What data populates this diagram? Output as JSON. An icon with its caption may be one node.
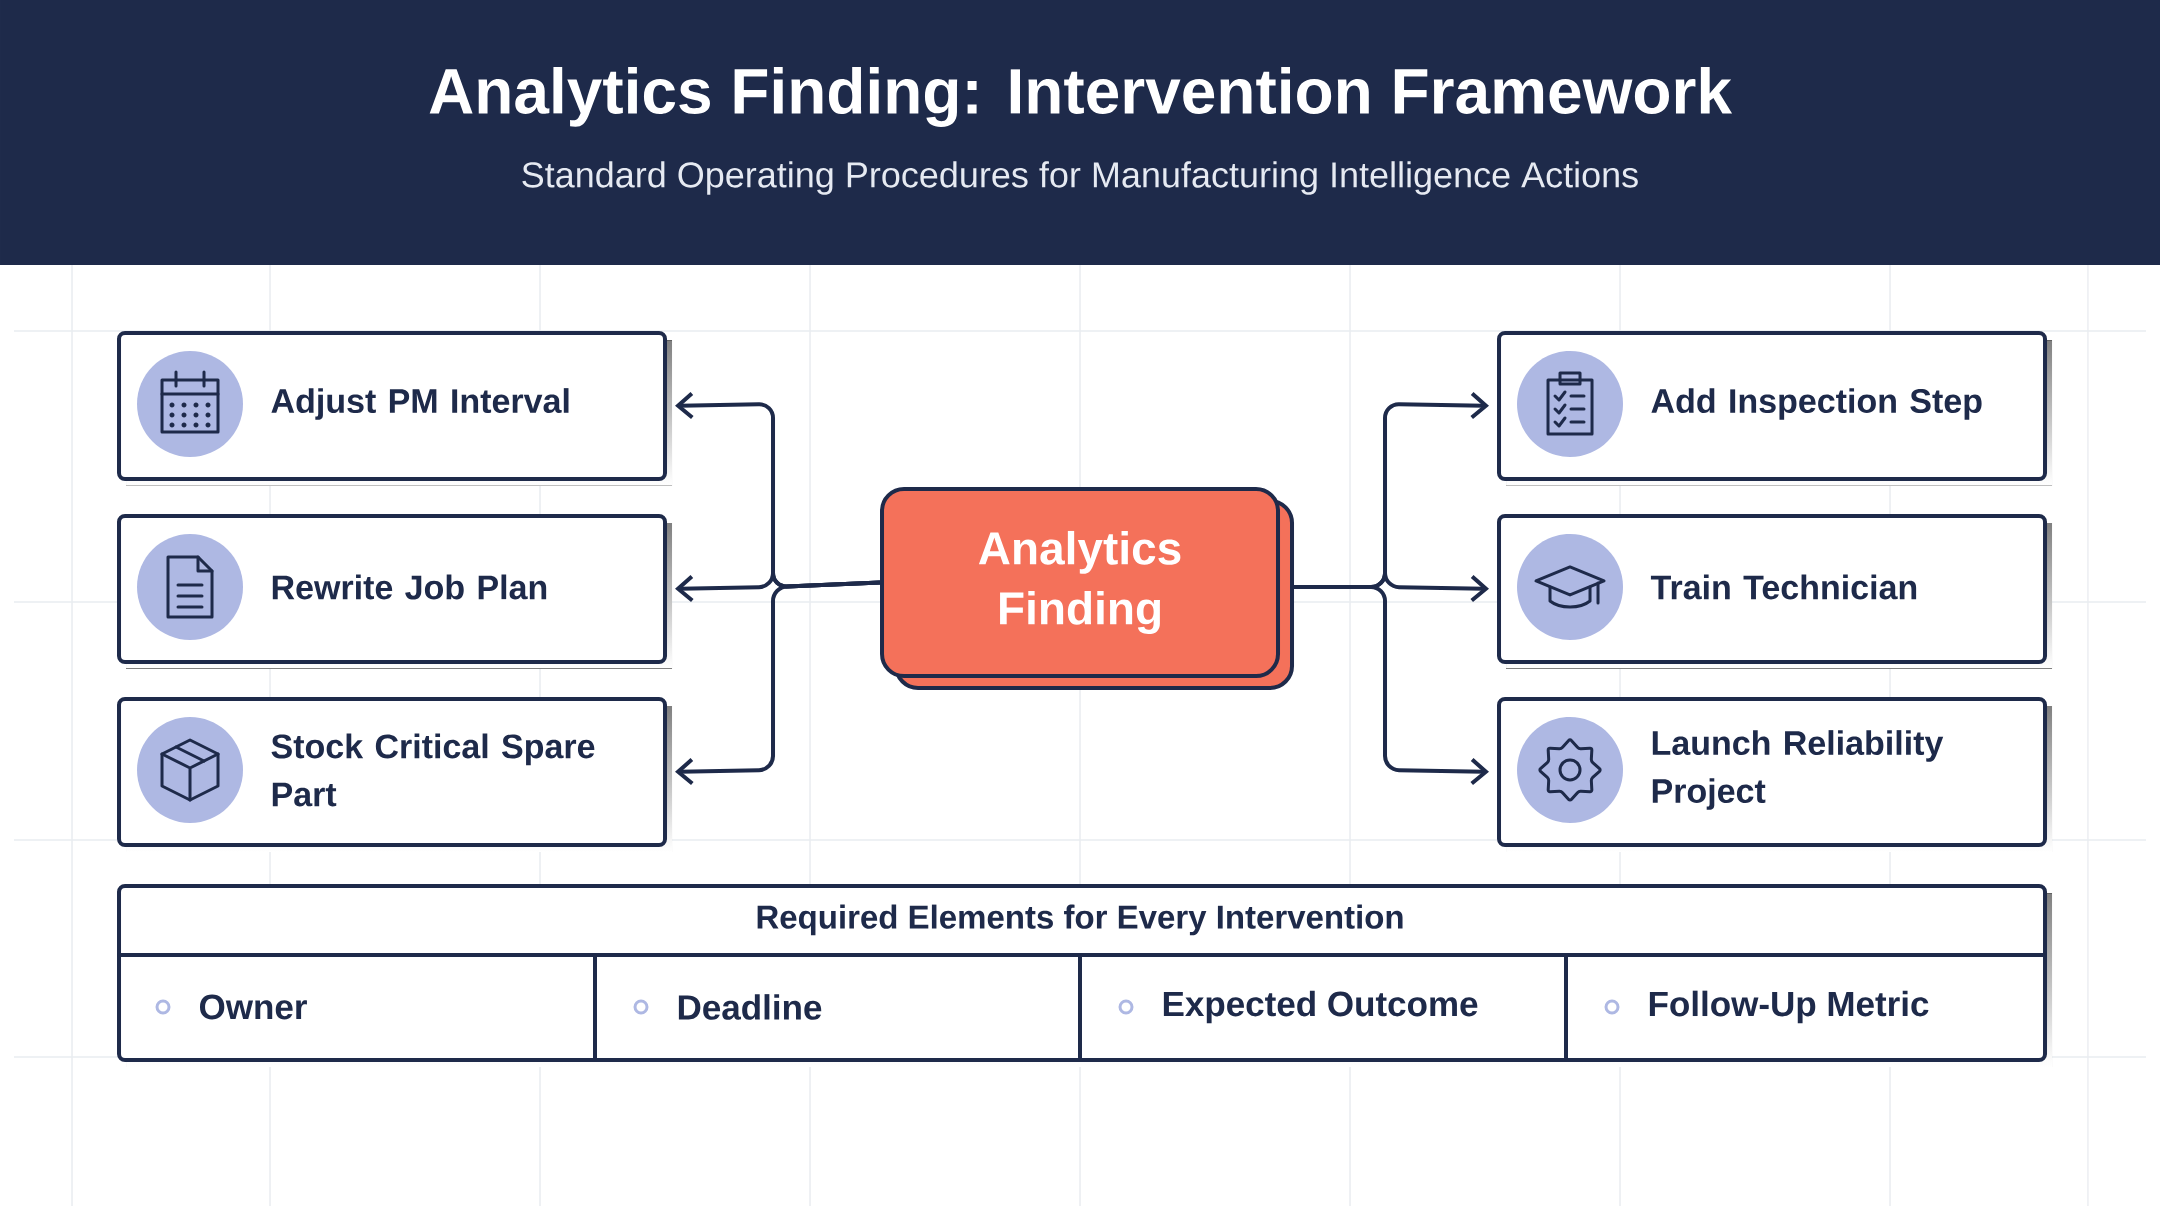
{
  "diagram": {
    "title": "Analytics Finding: Intervention Framework",
    "caption": "Standard Operating Procedures for Manufacturing Intelligence Actions",
    "nodes": [
      {
        "text": [
          "Analytics Finding"
        ]
      },
      {
        "text": [
          "Adjust PM Interval"
        ]
      },
      {
        "text": [
          "Rewrite Job Plan"
        ]
      },
      {
        "text": [
          "Stock Critical Spare Part"
        ]
      },
      {
        "text": [
          "Add Inspection Step"
        ]
      },
      {
        "text": [
          "Train Technician"
        ]
      },
      {
        "text": [
          "Launch Reliability Project"
        ]
      },
      {
        "text": [
          "Required Elements for Every Intervention"
        ]
      },
      {
        "text": [
          "Owner"
        ],
        "in": 7
      },
      {
        "text": [
          "Deadline"
        ],
        "in": 7
      },
      {
        "text": [
          "Expected Outcome"
        ],
        "in": 7
      },
      {
        "text": [
          "Follow-Up Metric"
        ],
        "in": 7
      }
    ],
    "edges": [
      {
        "from": 0,
        "to": 1,
        "arrow": "to"
      },
      {
        "from": 0,
        "to": 2,
        "arrow": "to"
      },
      {
        "from": 0,
        "to": 3,
        "arrow": "to"
      },
      {
        "from": 0,
        "to": 4,
        "arrow": "to"
      },
      {
        "from": 0,
        "to": 5,
        "arrow": "to"
      },
      {
        "from": 0,
        "to": 6,
        "arrow": "to"
      }
    ]
  }
}
